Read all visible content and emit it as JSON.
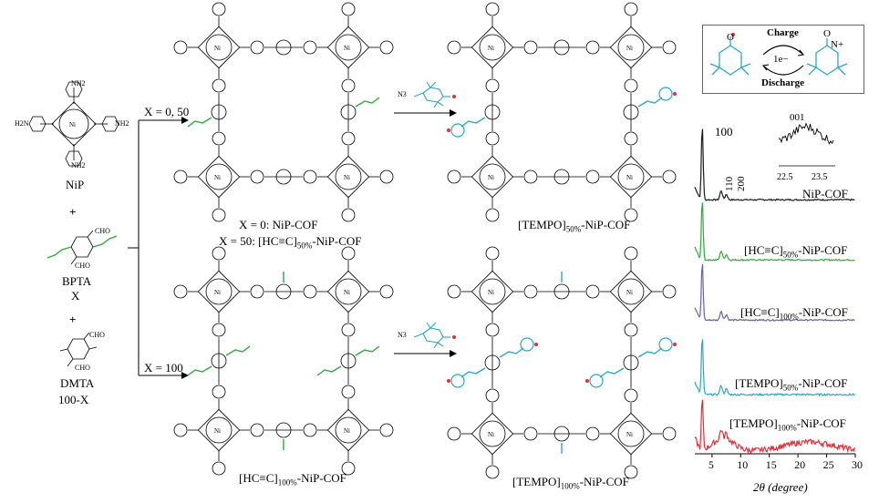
{
  "monomers": {
    "nip": {
      "name": "NiP",
      "nh2": "NH2",
      "h2n": "H2N",
      "metal": "Ni"
    },
    "bpta": {
      "name": "BPTA",
      "var": "X",
      "cho": "CHO"
    },
    "dmta": {
      "name": "DMTA",
      "var": "100-X",
      "cho": "CHO"
    },
    "plus": "+"
  },
  "conditions": {
    "top": "X = 0, 50",
    "bottom": "X = 100"
  },
  "products": {
    "top_line1": "X = 0: NiP-COF",
    "top_line2_pre": "X = 50: [HC",
    "top_line2_bond": "≡",
    "top_line2_mid": "C]",
    "top_line2_sub": "50%",
    "top_line2_post": "-NiP-COF",
    "bottom_pre": "[HC",
    "bottom_mid": "C]",
    "bottom_sub": "100%",
    "bottom_post": "-NiP-COF",
    "tempo50_pre": "[TEMPO]",
    "tempo50_sub": "50%",
    "tempo50_post": "-NiP-COF",
    "tempo100_pre": "[TEMPO]",
    "tempo100_sub": "100%",
    "tempo100_post": "-NiP-COF"
  },
  "reagent": {
    "n3": "N3"
  },
  "inset": {
    "charge": "Charge",
    "discharge": "Discharge",
    "electron": "1e−",
    "o": "O",
    "n": "N",
    "nplus": "N+"
  },
  "xrd": {
    "peak_main": "100",
    "peak_110": "110",
    "peak_200": "200",
    "inset_peak": "001",
    "inset_ticks": [
      "22.5",
      "23.5"
    ],
    "xlabel": "2θ (degree)",
    "xticks": [
      "5",
      "10",
      "15",
      "20",
      "25",
      "30"
    ],
    "series": [
      {
        "pre": "NiP-COF",
        "sub": "",
        "post": "",
        "color": "#1a1a1a"
      },
      {
        "pre": "[HC",
        "bond": "≡",
        "mid": "C]",
        "sub": "50%",
        "post": "-NiP-COF",
        "color": "#2eaa3c"
      },
      {
        "pre": "[HC",
        "bond": "≡",
        "mid": "C]",
        "sub": "100%",
        "post": "-NiP-COF",
        "color": "#6a5fb0"
      },
      {
        "pre": "[TEMPO]",
        "sub": "50%",
        "post": "-NiP-COF",
        "color": "#2ca7c9"
      },
      {
        "pre": "[TEMPO]",
        "sub": "100%",
        "post": "-NiP-COF",
        "color": "#e0303a"
      }
    ]
  }
}
